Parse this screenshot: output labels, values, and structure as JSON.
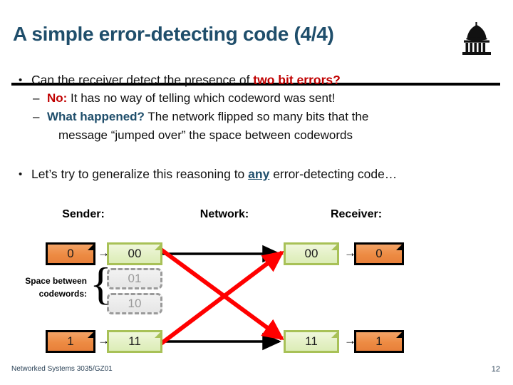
{
  "slide": {
    "title": "A simple error-detecting code (4/4)",
    "logo_icon": "university-crest-icon",
    "accent_navy": "#1F4E6B",
    "accent_red": "#C00000",
    "box_orange": "#ED8B43",
    "box_green": "#DCEDB7",
    "box_gray": "#E6E6E6"
  },
  "bullets": {
    "b1_bullet": "•",
    "b1_text": "Can the receiver detect the presence of ",
    "b1_emph": "two bit errors?",
    "b2_dash": "–",
    "b2_emph": "No:",
    "b2_text": "  It has no way of telling which codeword was sent!",
    "b3_dash": "–",
    "b3_emph": "What happened?",
    "b3_text": "  The network flipped so many bits that the",
    "b3_cont": "message “jumped over” the space between codewords",
    "b4_bullet": "•",
    "b4_pre": "Let’s try to generalize this reasoning to ",
    "b4_emph": "any",
    "b4_post": " error-detecting code…"
  },
  "diagram": {
    "headers": [
      {
        "label": "Sender:"
      },
      {
        "label": "Network:"
      },
      {
        "label": "Receiver:"
      }
    ],
    "arrow_glyph": "→",
    "brace_glyph": "{",
    "space_label_line1": "Space between",
    "space_label_line2": "codewords:",
    "sender_inputs": [
      {
        "value": "0"
      },
      {
        "value": "1"
      }
    ],
    "sender_codewords": [
      {
        "value": "00"
      },
      {
        "value": "11"
      }
    ],
    "gap_codewords": [
      {
        "value": "01"
      },
      {
        "value": "10"
      }
    ],
    "receiver_codewords": [
      {
        "value": "00"
      },
      {
        "value": "11"
      }
    ],
    "receiver_outputs": [
      {
        "value": "0"
      },
      {
        "value": "1"
      }
    ],
    "network_links": [
      {
        "kind": "correct",
        "color": "#000000",
        "from": "00",
        "to": "00"
      },
      {
        "kind": "correct",
        "color": "#000000",
        "from": "11",
        "to": "11"
      },
      {
        "kind": "error",
        "color": "#FF0000",
        "from": "00",
        "to": "11"
      },
      {
        "kind": "error",
        "color": "#FF0000",
        "from": "11",
        "to": "00"
      }
    ]
  },
  "footer": {
    "course": "Networked Systems 3035/GZ01",
    "page": "12"
  }
}
